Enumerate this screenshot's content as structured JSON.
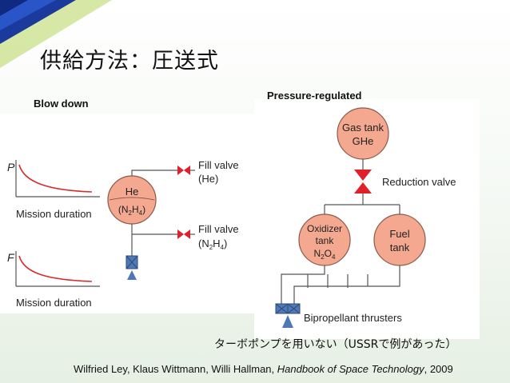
{
  "slide": {
    "title": "供給方法：圧送式",
    "caption": "ターボポンプを用いない（USSRで例があった）",
    "citation_authors": "Wilfried Ley, Klaus Wittmann, Willi Hallman, ",
    "citation_book": "Handbook of Space Technology",
    "citation_year": ", 2009"
  },
  "blow_down": {
    "heading": "Blow down",
    "graph_p_axis": "P",
    "graph_p_xlabel": "Mission duration",
    "graph_f_axis": "F",
    "graph_f_xlabel": "Mission duration",
    "tank_line1": "He",
    "tank_line2": "(N",
    "tank_sub2": "2",
    "tank_mid": "H",
    "tank_sub4": "4",
    "tank_close": ")",
    "fill_valve_1_line1": "Fill valve",
    "fill_valve_1_line2": "(He)",
    "fill_valve_2_line1": "Fill valve",
    "fill_valve_2_line2_a": "(N",
    "fill_valve_2_sub2": "2",
    "fill_valve_2_mid": "H",
    "fill_valve_2_sub4": "4",
    "fill_valve_2_close": ")"
  },
  "pressure_regulated": {
    "heading": "Pressure-regulated",
    "gas_tank_line1": "Gas tank",
    "gas_tank_line2": "GHe",
    "reduction_valve": "Reduction valve",
    "oxidizer_line1": "Oxidizer",
    "oxidizer_line2": "tank",
    "oxidizer_formula_n": "N",
    "oxidizer_sub2": "2",
    "oxidizer_formula_o": "O",
    "oxidizer_sub4": "4",
    "fuel_line1": "Fuel",
    "fuel_line2": "tank",
    "thrusters": "Bipropellant thrusters"
  },
  "colors": {
    "tank_fill": "#f3a88f",
    "tank_stroke": "#8a5a4a",
    "valve_red": "#e0202a",
    "curve_red": "#d62c2c",
    "pipe": "#555555",
    "valve_blue": "#4f78b4"
  }
}
